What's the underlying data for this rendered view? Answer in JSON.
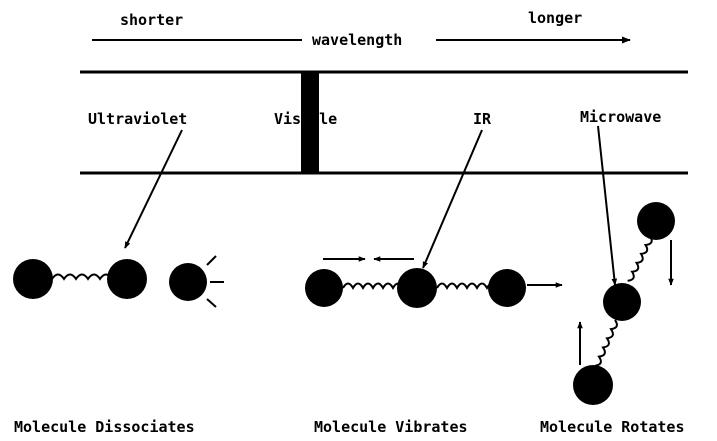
{
  "spectrum": {
    "shorter_label": "shorter",
    "wavelength_label": "wavelength",
    "longer_label": "longer"
  },
  "regions": {
    "ultraviolet": "Ultraviolet",
    "visible": "Visible",
    "ir": "IR",
    "microwave": "Microwave"
  },
  "captions": {
    "dissociates": "Molecule Dissociates",
    "vibrates": "Molecule Vibrates",
    "rotates": "Molecule Rotates"
  },
  "colors": {
    "ink": "#000000",
    "background": "#ffffff"
  }
}
